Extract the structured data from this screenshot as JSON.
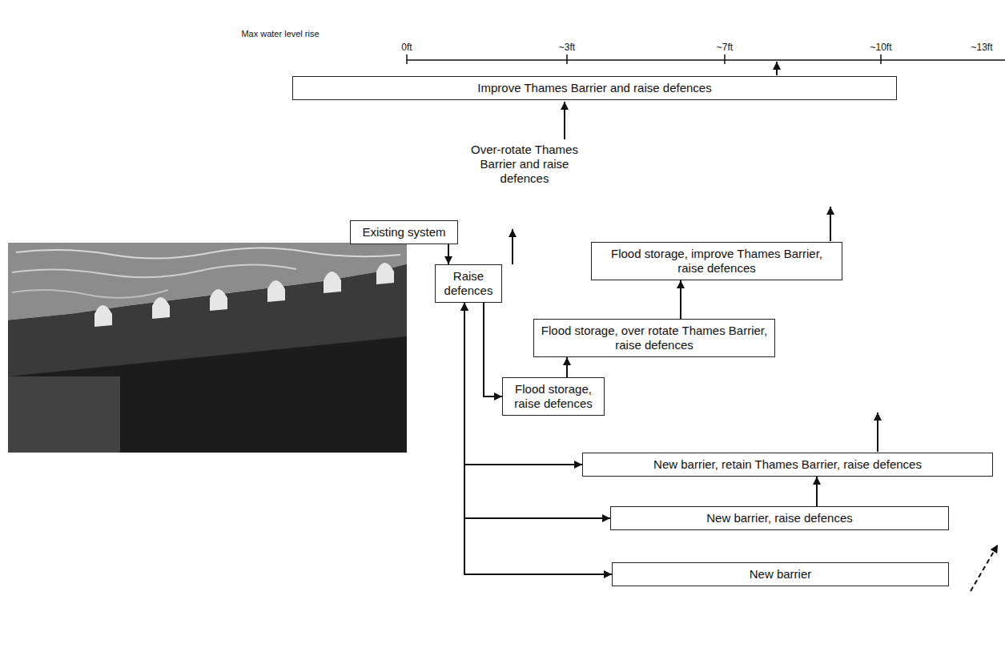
{
  "diagram": {
    "nodes": [
      {
        "text": [
          "Improve Thames Barrier and raise defences"
        ]
      },
      {
        "text": [
          "Existing system"
        ]
      },
      {
        "text": [
          "Raise defences"
        ]
      },
      {
        "text": [
          "Flood storage, improve Thames Barrier, raise defences"
        ]
      },
      {
        "text": [
          "Flood storage, over rotate Thames Barrier, raise defences"
        ]
      },
      {
        "text": [
          "Flood storage, raise defences"
        ]
      },
      {
        "text": [
          "New barrier, retain Thames Barrier, raise defences"
        ]
      },
      {
        "text": [
          "New barrier, raise defences"
        ]
      },
      {
        "text": [
          "New barrier"
        ]
      }
    ],
    "edges": [
      {
        "from": 1,
        "to": 2,
        "arrow": "to"
      },
      {
        "from": 2,
        "to": 5,
        "arrow": "to"
      },
      {
        "from": 2,
        "to": 6,
        "arrow": "both"
      },
      {
        "from": 2,
        "to": 7,
        "arrow": "both"
      },
      {
        "from": 2,
        "to": 8,
        "arrow": "both"
      },
      {
        "from": 5,
        "to": 4,
        "arrow": "to"
      },
      {
        "from": 4,
        "to": 3,
        "arrow": "to"
      },
      {
        "from": 7,
        "to": 6,
        "arrow": "to"
      }
    ],
    "labels": [
      "Max water level rise",
      "0ft",
      "~3ft",
      "~7ft",
      "~10ft",
      "~13ft",
      "Over-rotate Thames Barrier and raise defences"
    ]
  }
}
